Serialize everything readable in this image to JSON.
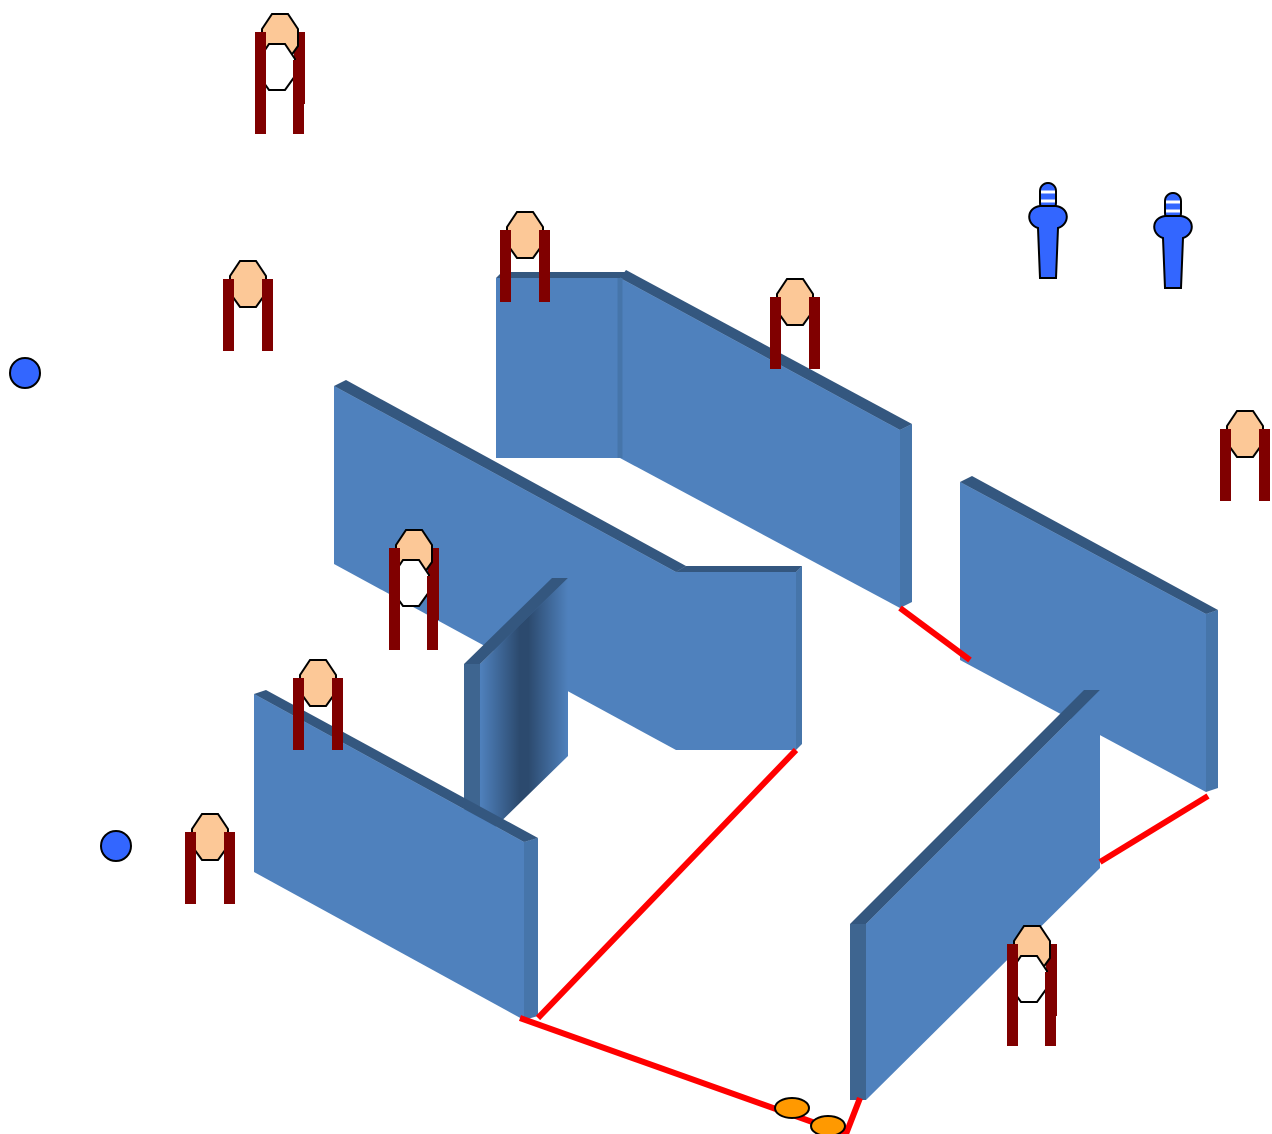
{
  "palette": {
    "background": "#ffffff",
    "wall_face": "#4f81bd",
    "wall_top": "#34577f",
    "wall_edge": "#4675aa",
    "wall_dark_side": "#3e6590",
    "boundary_line": "#ff0000",
    "player_skin": "#fcc897",
    "player_legs": "#800000",
    "marker_blue": "#3366ff",
    "ball_orange": "#ff9900",
    "outline": "#000000"
  },
  "legend_items": {
    "wall": "wall-panel",
    "player": "player-figure",
    "blue_figure": "standing-figure-icon",
    "marker": "blue-marker-dot",
    "ball": "orange-ball",
    "line": "red-boundary-line"
  }
}
